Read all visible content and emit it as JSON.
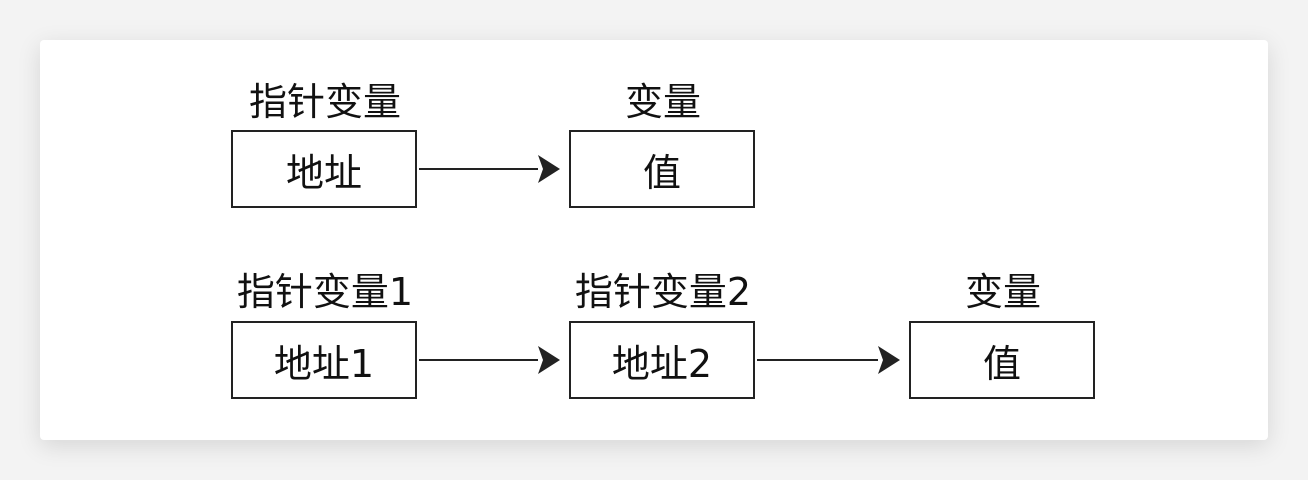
{
  "diagram": {
    "row1": {
      "pointer": {
        "label": "指针变量",
        "box": "地址"
      },
      "target": {
        "label": "变量",
        "box": "值"
      }
    },
    "row2": {
      "pointer1": {
        "label": "指针变量1",
        "box": "地址1"
      },
      "pointer2": {
        "label": "指针变量2",
        "box": "地址2"
      },
      "target": {
        "label": "变量",
        "box": "值"
      }
    },
    "colors": {
      "stroke": "#222222",
      "background": "#ffffff"
    }
  }
}
